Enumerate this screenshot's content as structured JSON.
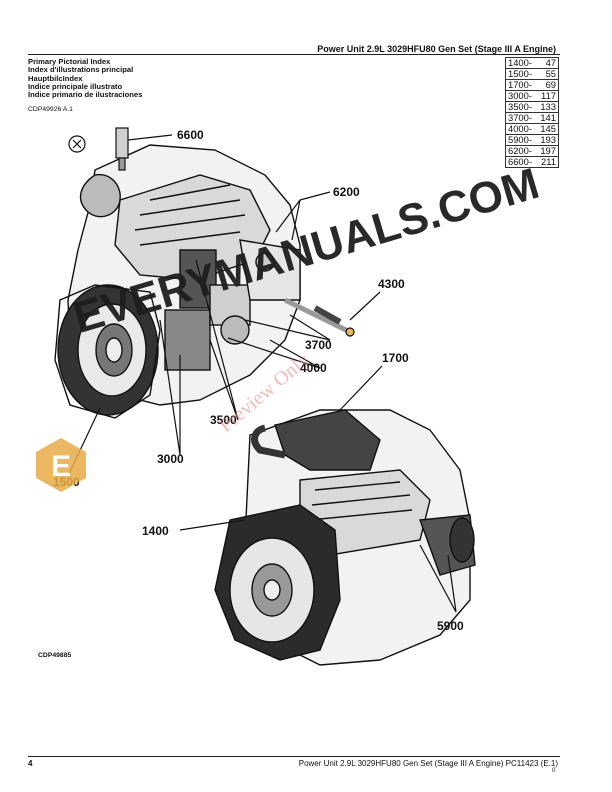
{
  "header": {
    "title": "Power Unit 2.9L 3029HFU80 Gen Set (Stage III A Engine)"
  },
  "index_lines": [
    "Primary Pictorial Index",
    "Index d'illustrations principal",
    "HauptbilcIndex",
    "Indice principale illustrato",
    "Índice primario de ilustraciones"
  ],
  "doc_code": "CDP49926 A.1",
  "page_index": [
    {
      "ref": "1400-",
      "page": "47"
    },
    {
      "ref": "1500-",
      "page": "55"
    },
    {
      "ref": "1700-",
      "page": "69"
    },
    {
      "ref": "3000-",
      "page": "117"
    },
    {
      "ref": "3500-",
      "page": "133"
    },
    {
      "ref": "3700-",
      "page": "141"
    },
    {
      "ref": "4000-",
      "page": "145"
    },
    {
      "ref": "5900-",
      "page": "193"
    },
    {
      "ref": "6200-",
      "page": "197"
    },
    {
      "ref": "6600-",
      "page": "211"
    }
  ],
  "callouts": {
    "c6600": "6600",
    "c6200": "6200",
    "c4300": "4300",
    "c3700": "3700",
    "c4000": "4000",
    "c1700": "1700",
    "c3500": "3500",
    "c3000": "3000",
    "c1500": "1500",
    "c1400": "1400",
    "c5900": "5900"
  },
  "watermark": {
    "text": "EVERYMANUALS.COM",
    "sub": "Preview Only",
    "logo_letter": "E"
  },
  "figure_code": "CDP49885",
  "footer": {
    "page_number": "4",
    "title": "Power Unit 2.9L 3029HFU80 Gen Set (Stage III A Engine)    PC11423   (E.1)",
    "small": "0"
  }
}
